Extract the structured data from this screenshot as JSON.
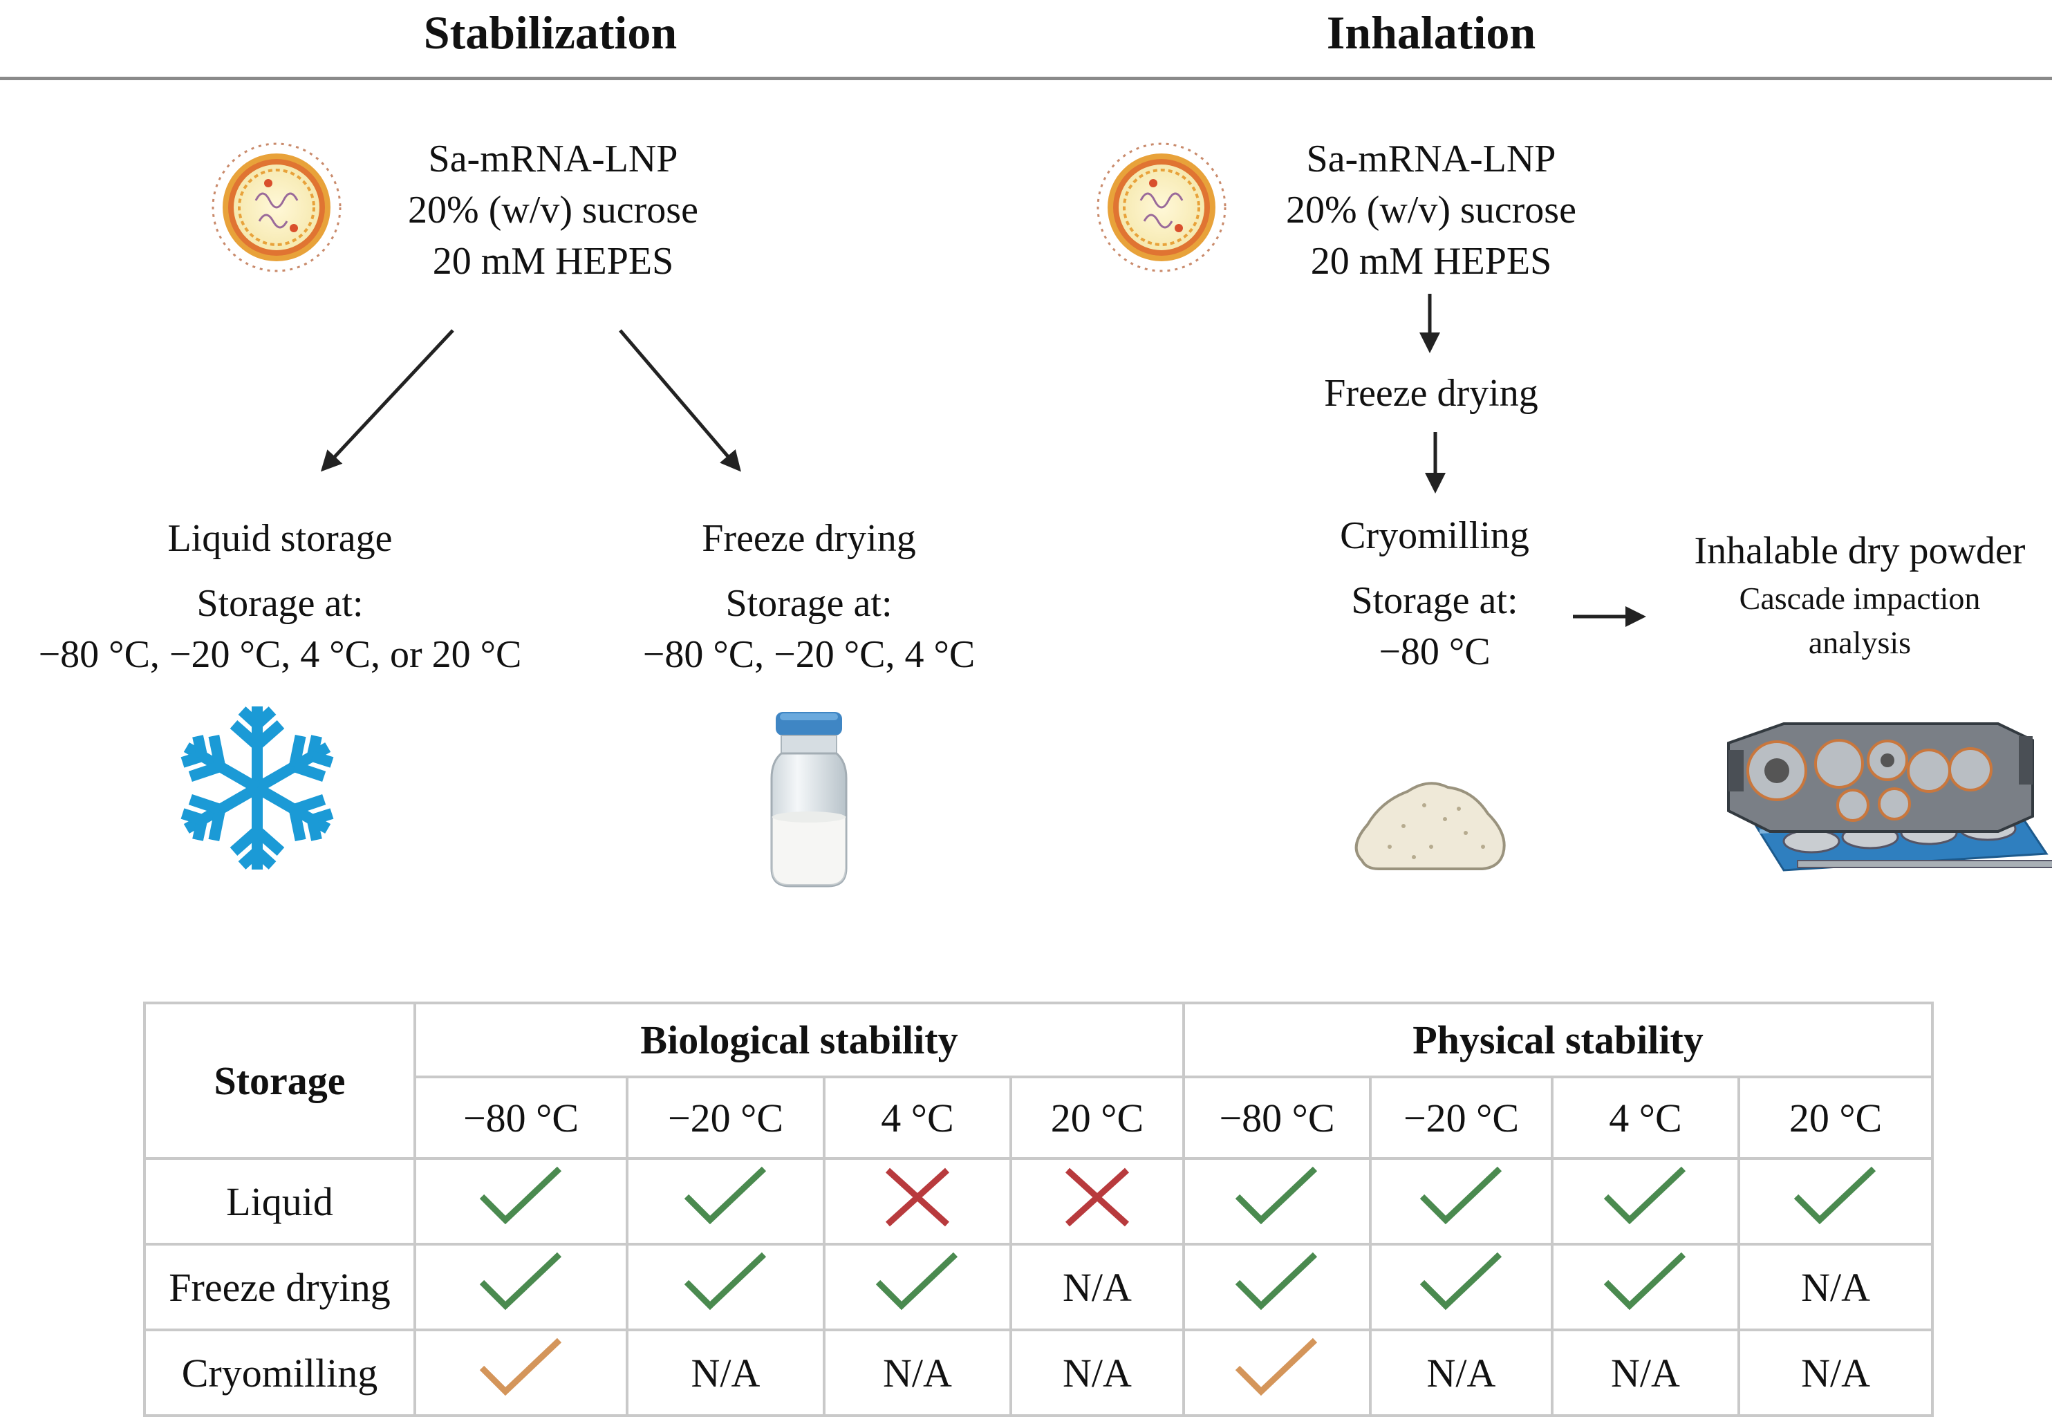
{
  "stabilization": {
    "title": "Stabilization",
    "formulation": [
      "Sa-mRNA-LNP",
      "20% (w/v) sucrose",
      "20 mM HEPES"
    ],
    "liquid": {
      "title": "Liquid storage",
      "storage_label": "Storage at:",
      "temps": "−80 °C, −20 °C, 4 °C, or 20 °C"
    },
    "freeze": {
      "title": "Freeze drying",
      "storage_label": "Storage at:",
      "temps": "−80 °C, −20 °C, 4 °C"
    }
  },
  "inhalation": {
    "title": "Inhalation",
    "formulation": [
      "Sa-mRNA-LNP",
      "20% (w/v) sucrose",
      "20 mM HEPES"
    ],
    "step1": "Freeze drying",
    "step2": "Cryomilling",
    "storage_label": "Storage at:",
    "storage_temp": "−80 °C",
    "result_title": "Inhalable dry powder",
    "result_sub": [
      "Cascade impaction",
      "analysis"
    ]
  },
  "icons": [
    "lnp-particle-icon",
    "snowflake-icon",
    "vial-icon",
    "powder-icon",
    "cascade-impactor-icon"
  ],
  "colors": {
    "check": "#4a8a4f",
    "cross": "#b83a3d",
    "partial": "#d4955a",
    "snowflake": "#1b9ad6",
    "rule": "#8a8a8a",
    "grid": "#c9c9c9"
  },
  "table": {
    "storage_header": "Storage",
    "group_bio": "Biological stability",
    "group_phys": "Physical stability",
    "temps": [
      "−80 °C",
      "−20 °C",
      "4 °C",
      "20 °C",
      "−80 °C",
      "−20 °C",
      "4 °C",
      "20 °C"
    ],
    "rows": [
      {
        "label": "Liquid",
        "cells": [
          "check",
          "check",
          "cross",
          "cross",
          "check",
          "check",
          "check",
          "check"
        ]
      },
      {
        "label": "Freeze drying",
        "cells": [
          "check",
          "check",
          "check",
          "N/A",
          "check",
          "check",
          "check",
          "N/A"
        ]
      },
      {
        "label": "Cryomilling",
        "cells": [
          "partial",
          "N/A",
          "N/A",
          "N/A",
          "partial",
          "N/A",
          "N/A",
          "N/A"
        ]
      }
    ]
  }
}
